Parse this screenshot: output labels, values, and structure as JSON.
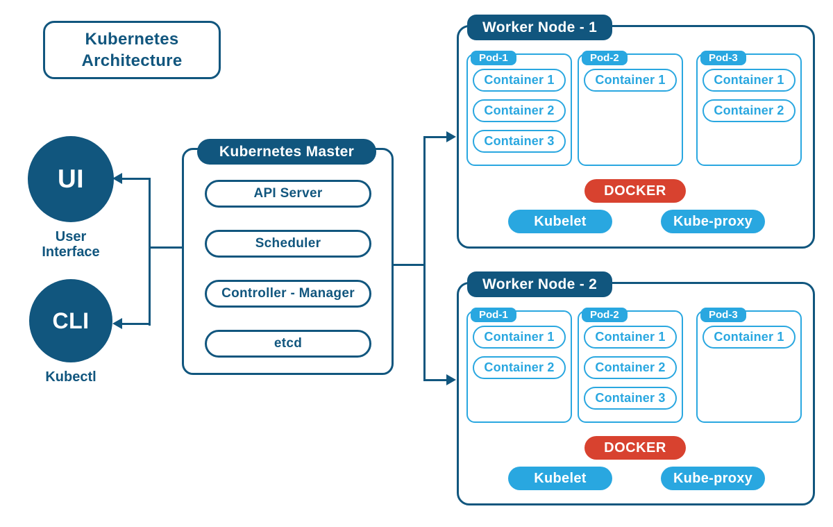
{
  "title": "Kubernetes Architecture",
  "colors": {
    "dark_blue": "#11567e",
    "light_blue": "#29a7e0",
    "red": "#d8422f"
  },
  "clients": [
    {
      "abbr": "UI",
      "label": "User Interface"
    },
    {
      "abbr": "CLI",
      "label": "Kubectl"
    }
  ],
  "master": {
    "title": "Kubernetes Master",
    "components": [
      "API Server",
      "Scheduler",
      "Controller - Manager",
      "etcd"
    ]
  },
  "worker_nodes": [
    {
      "title": "Worker Node - 1",
      "pods": [
        {
          "name": "Pod-1",
          "containers": [
            "Container 1",
            "Container 2",
            "Container 3"
          ]
        },
        {
          "name": "Pod-2",
          "containers": [
            "Container 1"
          ]
        },
        {
          "name": "Pod-3",
          "containers": [
            "Container 1",
            "Container 2"
          ]
        }
      ],
      "runtime": "DOCKER",
      "agents": [
        "Kubelet",
        "Kube-proxy"
      ]
    },
    {
      "title": "Worker Node - 2",
      "pods": [
        {
          "name": "Pod-1",
          "containers": [
            "Container 1",
            "Container 2"
          ]
        },
        {
          "name": "Pod-2",
          "containers": [
            "Container 1",
            "Container 2",
            "Container 3"
          ]
        },
        {
          "name": "Pod-3",
          "containers": [
            "Container 1"
          ]
        }
      ],
      "runtime": "DOCKER",
      "agents": [
        "Kubelet",
        "Kube-proxy"
      ]
    }
  ]
}
